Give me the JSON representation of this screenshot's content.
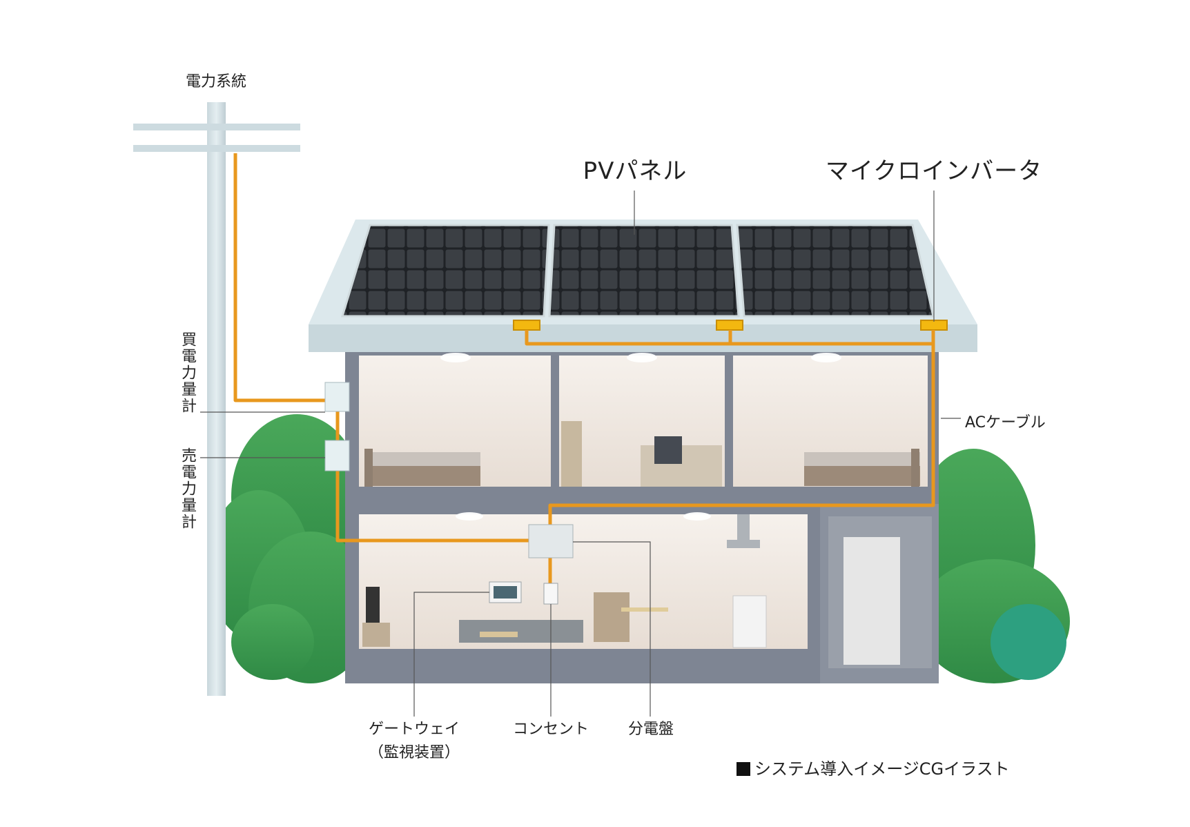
{
  "labels": {
    "grid": "電力系統",
    "pv_panel": "PVパネル",
    "micro_inverter": "マイクロインバータ",
    "buy_meter": "買電力量計",
    "sell_meter": "売電力量計",
    "ac_cable": "ACケーブル",
    "gateway_line1": "ゲートウェイ",
    "gateway_line2": "（監視装置）",
    "outlet": "コンセント",
    "distribution_board": "分電盤"
  },
  "caption": "システム導入イメージCGイラスト",
  "colors": {
    "cable": "#E8981E",
    "wall": "#7E8593",
    "roof": "#DCE8EC",
    "panel": "#2A2D31",
    "foliage": "#3E9B4B",
    "room": "#F2ECE6"
  }
}
